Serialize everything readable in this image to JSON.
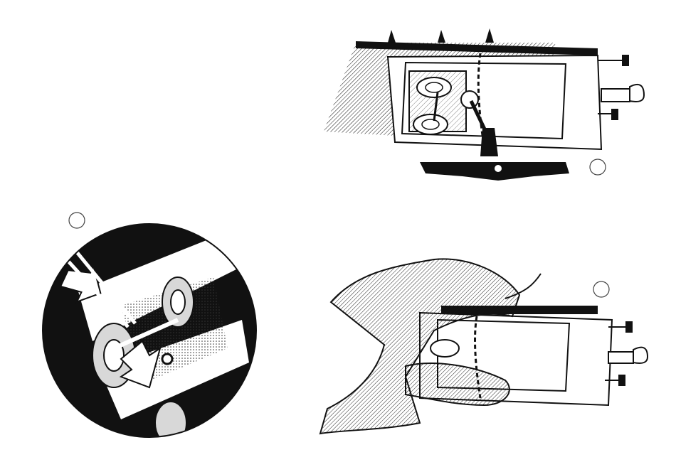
{
  "page": {
    "background": "#ffffff",
    "ink": "#111111"
  },
  "figures": [
    {
      "id": "loco-underside-with-tool",
      "step_marker": ""
    },
    {
      "id": "closeup-wheel-removal",
      "step_marker": ""
    },
    {
      "id": "hand-holding-chassis",
      "step_marker": ""
    }
  ]
}
